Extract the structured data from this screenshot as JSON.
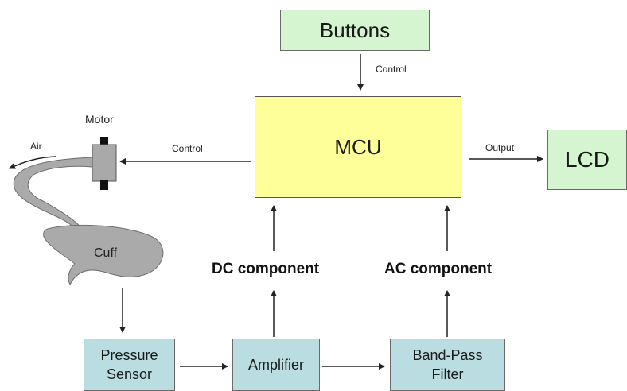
{
  "blocks": {
    "buttons": "Buttons",
    "mcu": "MCU",
    "lcd": "LCD",
    "pressure_sensor_line1": "Pressure",
    "pressure_sensor_line2": "Sensor",
    "amplifier": "Amplifier",
    "bandpass_line1": "Band-Pass",
    "bandpass_line2": "Filter",
    "cuff": "Cuff",
    "motor": "Motor"
  },
  "labels": {
    "control_buttons": "Control",
    "control_motor": "Control",
    "output": "Output",
    "air": "Air",
    "dc_component": "DC component",
    "ac_component": "AC component"
  }
}
